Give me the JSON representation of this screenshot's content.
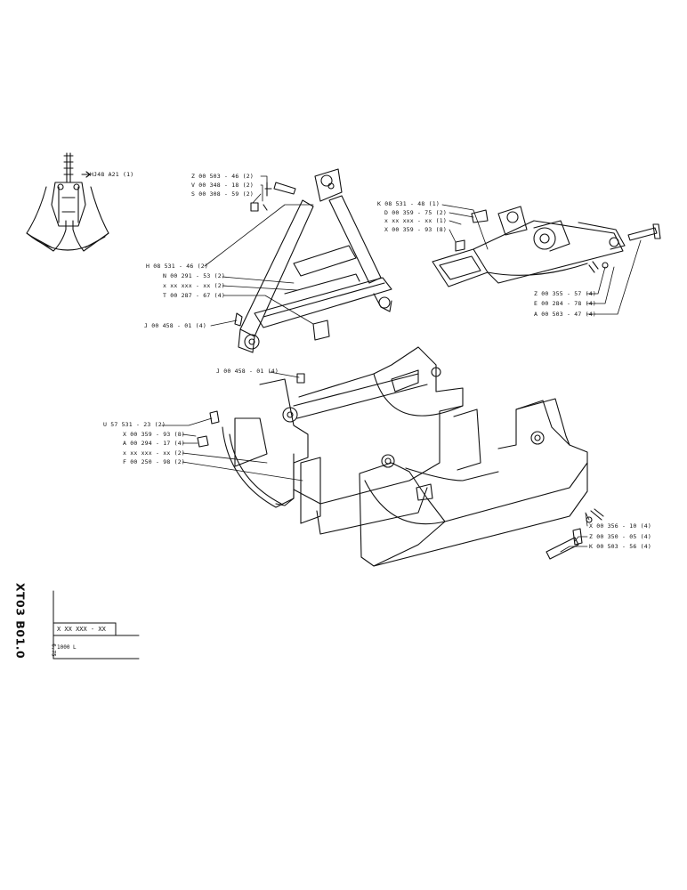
{
  "labels": {
    "grab_overview": "HJ48  A21  (1)",
    "top_pin_1": "Z 00 503 - 46 (2)",
    "top_pin_2": "V 00 348 - 18 (2)",
    "top_pin_3": "S 00 308 - 59 (2)",
    "frame_1": "H 08 531 - 46 (2)",
    "frame_2": "N 00 291 - 53 (2)",
    "frame_3": "x  xx xxx - xx (2)",
    "frame_4": "T 00 287 - 67 (4)",
    "frame_grease": "J 00 458 - 01 (4)",
    "arm_1": "K 08 531 - 48 (1)",
    "arm_2": "D 00 359 - 75 (2)",
    "arm_3": "x  xx xxx - xx (1)",
    "arm_4": "X 00 359 - 93 (8)",
    "arm_pin_1": "Z 00 355 - 57 (4)",
    "arm_pin_2": "E 00 284 - 78 (4)",
    "arm_pin_3": "A 00 503 - 47 (4)",
    "bucket_grease": "J 00 458 - 01 (4)",
    "bucket_1": "U 57 531 - 23 (2)",
    "bucket_2": "X 00 359 - 93 (8)",
    "bucket_3": "A 00 294 - 17 (4)",
    "bucket_4": "x  xx xxx - xx (2)",
    "bucket_5": "F 00 250 - 98 (2)",
    "lower_pin_1": "X 00 356 - 10 (4)",
    "lower_pin_2": "Z 00 350 - 05 (4)",
    "lower_pin_3": "K 00 503 - 56 (4)"
  },
  "title_block": {
    "code": "XT03 B01.0",
    "date": "6.75",
    "part": "X XX  XXX - XX",
    "description": "1000 L"
  }
}
